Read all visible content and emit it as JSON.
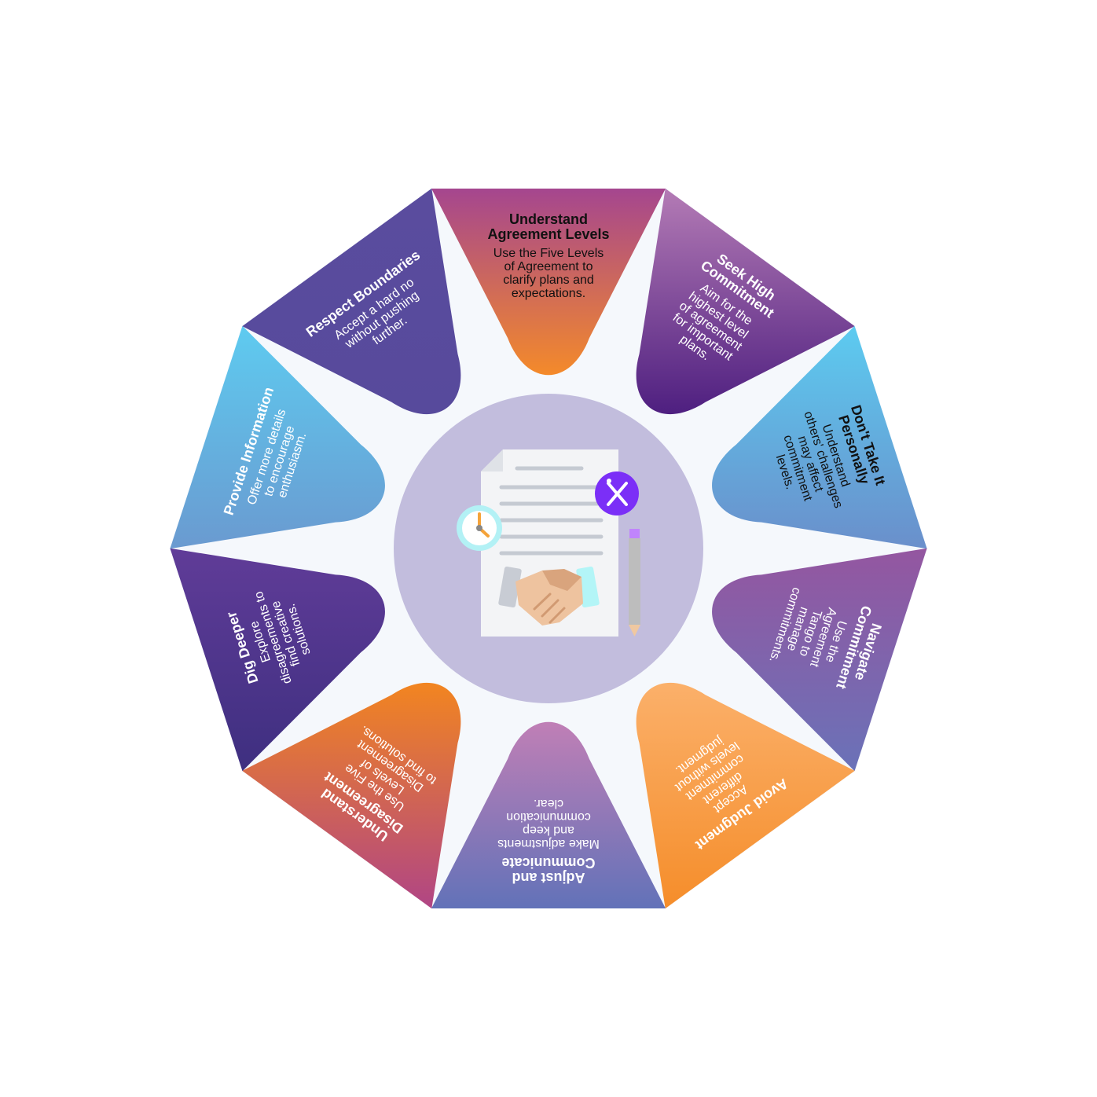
{
  "diagram": {
    "center_icon": "agreement-document-handshake-icon",
    "center_color": "#c2bddd",
    "background_color": "#f5f8fc",
    "segments": [
      {
        "title": "Understand\nAgreement Levels",
        "description": "Use the Five Levels\nof Agreement to\nclarify plans and\nexpectations.",
        "text_color": "#111111",
        "colors": [
          "#a5468f",
          "#f48a2a"
        ]
      },
      {
        "title": "Seek High\nCommitment",
        "description": "Aim for the\nhighest level\nof agreement\nfor important\nplans.",
        "text_color": "#ffffff",
        "colors": [
          "#b47bb5",
          "#4e1f80"
        ]
      },
      {
        "title": "Don't Take It\nPersonally",
        "description": "Understand\nothers' challenges\nmay affect\ncommitment\nlevels.",
        "text_color": "#111111",
        "colors": [
          "#5ccbf0",
          "#6a8fcb"
        ]
      },
      {
        "title": "Navigate\nCommitment",
        "description": "Use the\nAgreement\nTango to\nmanage\ncommitments.",
        "text_color": "#ffffff",
        "colors": [
          "#9456a0",
          "#6a72b8"
        ]
      },
      {
        "title": "Avoid Judgment",
        "description": "Accept\ndifferent\ncommitment\nlevels without\njudgment.",
        "text_color": "#ffffff",
        "colors": [
          "#fbb06a",
          "#f58d2a"
        ]
      },
      {
        "title": "Adjust and\nCommunicate",
        "description": "Make adjustments\nand keep\ncommunication\nclear.",
        "text_color": "#ffffff",
        "colors": [
          "#c07fb6",
          "#6272b8"
        ]
      },
      {
        "title": "Understand\nDisagreement",
        "description": "Use the Five\nLevels of\nDisagreement\nto find solutions.",
        "text_color": "#ffffff",
        "colors": [
          "#f28520",
          "#b04585"
        ]
      },
      {
        "title": "Dig Deeper",
        "description": "Explore\ndisagreements to\nfind creative\nsolutions.",
        "text_color": "#ffffff",
        "colors": [
          "#603c98",
          "#3e2f80"
        ]
      },
      {
        "title": "Provide Information",
        "description": "Offer more details\nto encourage\nenthusiasm.",
        "text_color": "#ffffff",
        "colors": [
          "#5ecbf0",
          "#6a9ad0"
        ]
      },
      {
        "title": "Respect Boundaries",
        "description": "Accept a hard no\nwithout pushing\nfurther.",
        "text_color": "#ffffff",
        "colors": [
          "#5a4c9e",
          "#574a9c"
        ]
      }
    ]
  }
}
